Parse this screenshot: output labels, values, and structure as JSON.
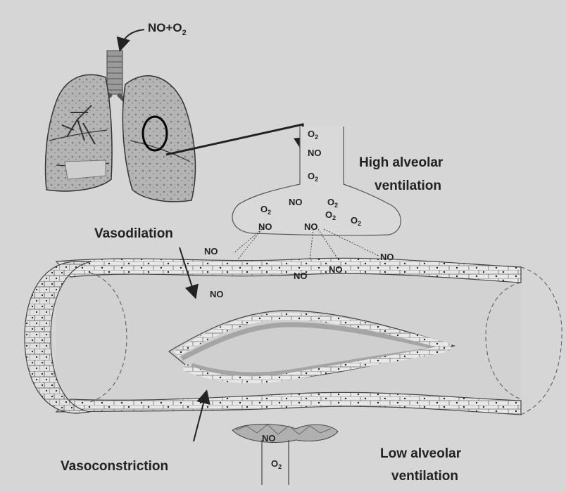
{
  "input_gas": {
    "main": "NO+O",
    "sub": "2"
  },
  "labels": {
    "high_ventilation_line1": "High alveolar",
    "high_ventilation_line2": "ventilation",
    "low_ventilation_line1": "Low alveolar",
    "low_ventilation_line2": "ventilation",
    "vasodilation": "Vasodilation",
    "vasoconstriction": "Vasoconstriction"
  },
  "molecules": {
    "no": "NO",
    "o2_main": "O",
    "o2_sub": "2"
  }
}
